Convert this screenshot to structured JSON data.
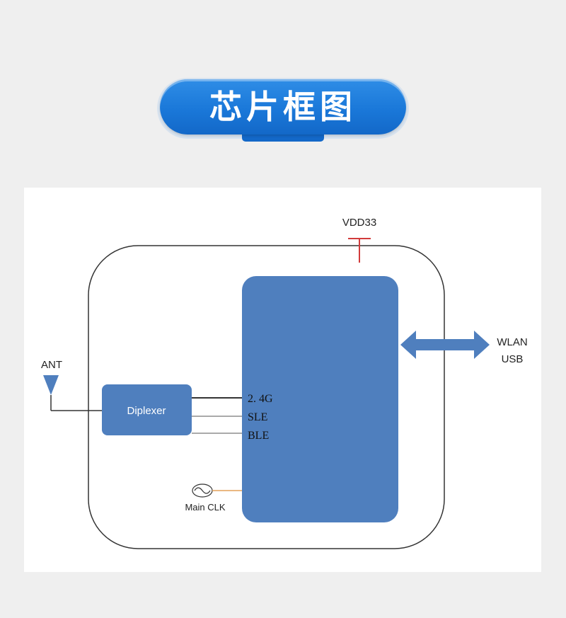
{
  "title": "芯片框图",
  "diagram": {
    "power_label": "VDD33",
    "antenna_label": "ANT",
    "diplexer_label": "Diplexer",
    "radio_signals": [
      "2. 4G",
      "SLE",
      "BLE"
    ],
    "clock_label": "Main CLK",
    "interface_labels": [
      "WLAN",
      "USB"
    ],
    "colors": {
      "block_fill": "#4f7fbe",
      "power_line": "#d23b3b",
      "clock_line": "#e3a15a",
      "chip_outline": "#333333"
    }
  }
}
